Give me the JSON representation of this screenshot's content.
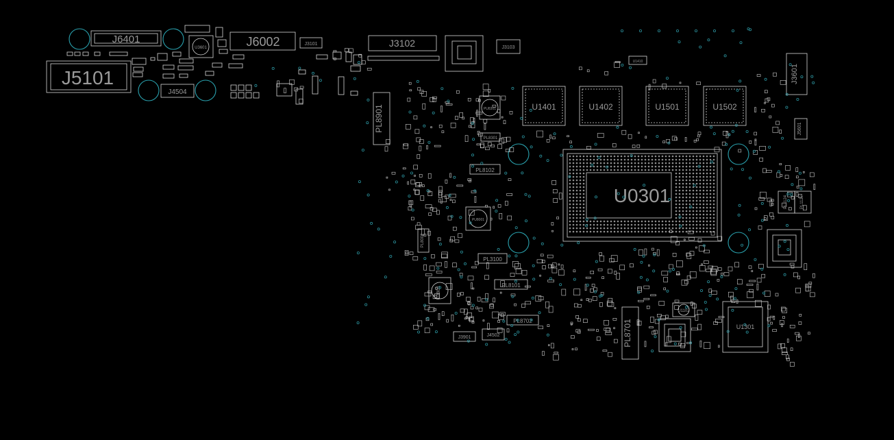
{
  "board": {
    "background": "#000000",
    "outline_color": "#d8d8d8",
    "label_color": "#9a9a9a",
    "via_color": "#2a8f9a"
  },
  "labels": {
    "j6401": "J6401",
    "j5101": "J5101",
    "j4504": "J4504",
    "j6002": "J6002",
    "j3101": "J3101",
    "j3102": "J3102",
    "j3103": "J3103",
    "u3601": "U3601",
    "u1401": "U1401",
    "u1402": "U1402",
    "u1501": "U1501",
    "u1502": "U1502",
    "j3601": "J3601",
    "j5601": "J5601",
    "u0301": "U0301",
    "pl8901": "PL8901",
    "pu8301": "PU8301",
    "pl8301": "PL8301",
    "pl8102": "PL8102",
    "pu8001": "PU8001",
    "pl3100": "PL3100",
    "pl8101": "PL8101",
    "pl8702": "PL8702",
    "pl8701": "PL8701",
    "j3901": "J3901",
    "j4502": "J4502",
    "u3901": "U3901",
    "u1102": "U1102",
    "u1301": "U1301",
    "pl1124": "PL1124",
    "pl1127": "PL1127",
    "pl8002": "PL8002",
    "u1410": "U1410"
  }
}
